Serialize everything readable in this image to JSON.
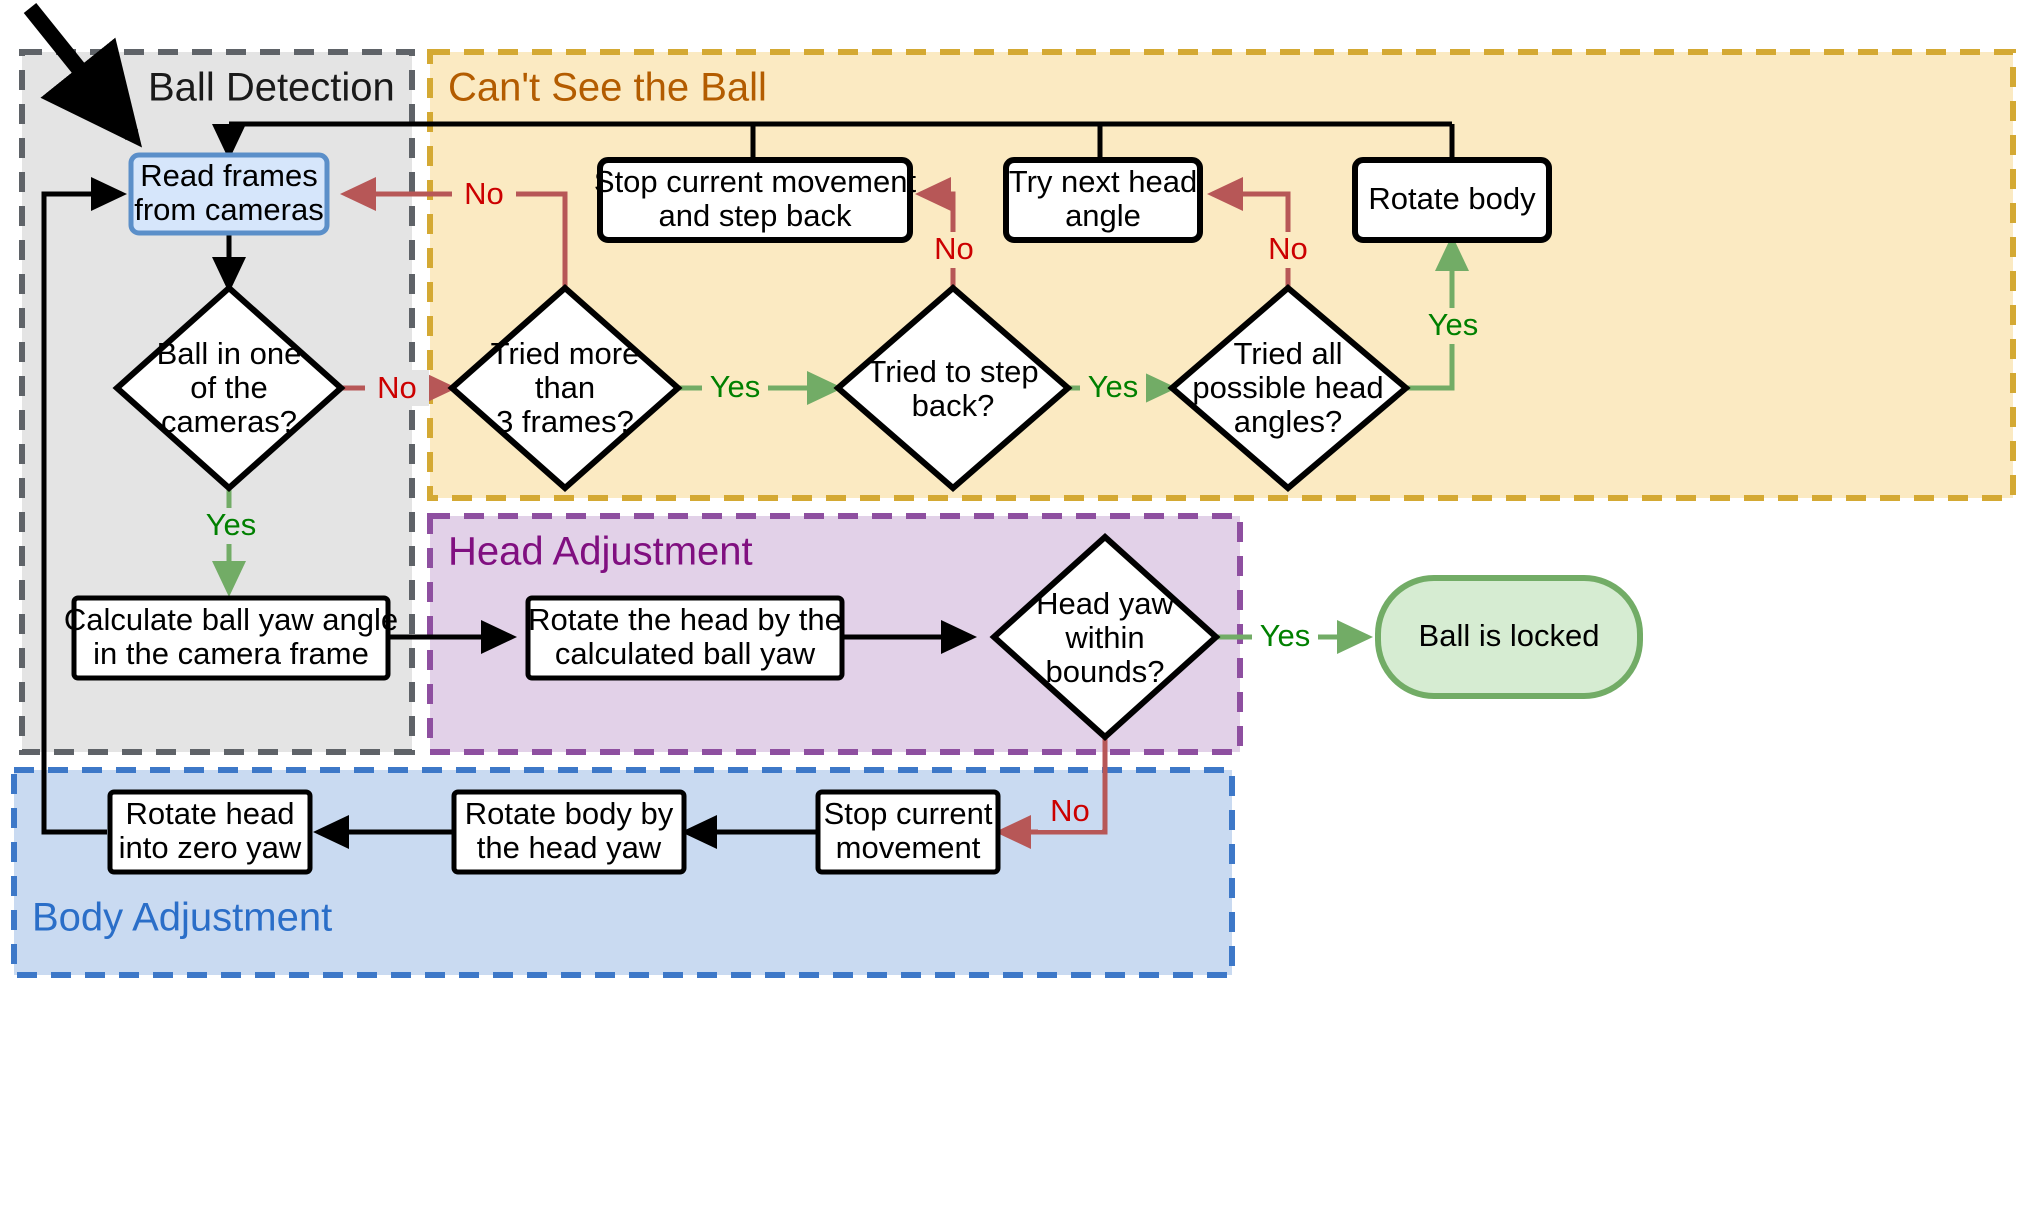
{
  "diagram": {
    "title": "Ball tracking and search behaviour flowchart",
    "colors": {
      "ball_detection_fill": "#e4e4e4",
      "ball_detection_stroke": "#5f6368",
      "cant_see_fill": "#fbeac2",
      "cant_see_stroke": "#d4a933",
      "cant_see_title": "#b35c00",
      "head_adjustment_fill": "#e2d1e8",
      "head_adjustment_stroke": "#8e4fa0",
      "head_adjustment_title": "#800f80",
      "body_adjustment_fill": "#c9daf1",
      "body_adjustment_stroke": "#3d78c8",
      "body_adjustment_title": "#2a6ec8",
      "start_box_fill": "#d6e6fb",
      "start_box_stroke": "#5b8fc9",
      "terminal_fill": "#d6ecd2",
      "terminal_stroke": "#72ac66",
      "yes_arrow": "#72ac66",
      "no_arrow": "#b75757",
      "yes_text": "#008000",
      "no_text": "#cc0000",
      "plain_arrow": "#000000"
    },
    "groups": [
      {
        "id": "ball-detection",
        "label": "Ball Detection"
      },
      {
        "id": "cant-see-ball",
        "label": "Can't See the Ball"
      },
      {
        "id": "head-adjustment",
        "label": "Head Adjustment"
      },
      {
        "id": "body-adjustment",
        "label": "Body Adjustment"
      }
    ],
    "nodes": {
      "read_frames": {
        "type": "process-start",
        "lines": [
          "Read frames",
          "from cameras"
        ]
      },
      "ball_in_camera": {
        "type": "decision",
        "lines": [
          "Ball in one",
          "of the",
          "cameras?"
        ]
      },
      "tried_more_frames": {
        "type": "decision",
        "lines": [
          "Tried more",
          "than",
          "3 frames?"
        ]
      },
      "tried_step_back": {
        "type": "decision",
        "lines": [
          "Tried to step",
          "back?"
        ]
      },
      "tried_all_angles": {
        "type": "decision",
        "lines": [
          "Tried all",
          "possible head",
          "angles?"
        ]
      },
      "stop_and_step_back": {
        "type": "process",
        "lines": [
          "Stop current movement",
          "and step back"
        ]
      },
      "try_next_angle": {
        "type": "process",
        "lines": [
          "Try next head",
          "angle"
        ]
      },
      "rotate_body": {
        "type": "process",
        "lines": [
          "Rotate body"
        ]
      },
      "calc_ball_yaw": {
        "type": "process",
        "lines": [
          "Calculate ball yaw angle",
          "in the camera frame"
        ]
      },
      "rotate_head_calc": {
        "type": "process",
        "lines": [
          "Rotate the head by the",
          "calculated ball yaw"
        ]
      },
      "head_yaw_bounds": {
        "type": "decision",
        "lines": [
          "Head yaw",
          "within",
          "bounds?"
        ]
      },
      "ball_is_locked": {
        "type": "terminal",
        "lines": [
          "Ball is locked"
        ]
      },
      "stop_current_move": {
        "type": "process",
        "lines": [
          "Stop current",
          "movement"
        ]
      },
      "rotate_body_yaw": {
        "type": "process",
        "lines": [
          "Rotate body by",
          "the head yaw"
        ]
      },
      "rotate_head_zero": {
        "type": "process",
        "lines": [
          "Rotate head",
          "into zero yaw"
        ]
      }
    },
    "edge_labels": {
      "ball_in_camera_no": "No",
      "ball_in_camera_yes": "Yes",
      "tried_more_frames_no": "No",
      "tried_more_frames_yes": "Yes",
      "tried_step_back_no": "No",
      "tried_step_back_yes": "Yes",
      "tried_all_angles_no": "No",
      "tried_all_angles_yes": "Yes",
      "head_yaw_yes": "Yes",
      "head_yaw_no": "No"
    }
  }
}
